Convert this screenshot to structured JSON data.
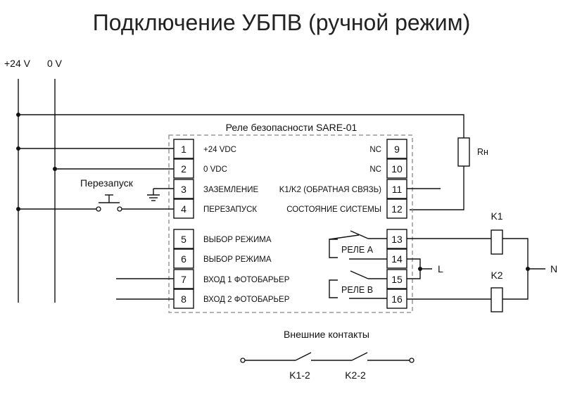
{
  "title": "Подключение УБПВ (ручной режим)",
  "supply": {
    "plus": "+24 V",
    "zero": "0 V"
  },
  "relay": {
    "name": "Реле безопасности SARE-01",
    "left_pins": [
      {
        "num": "1",
        "label": "+24 VDC"
      },
      {
        "num": "2",
        "label": "0 VDC"
      },
      {
        "num": "3",
        "label": "ЗАЗЕМЛЕНИЕ"
      },
      {
        "num": "4",
        "label": "ПЕРЕЗАПУСК"
      },
      {
        "num": "5",
        "label": "ВЫБОР РЕЖИМА"
      },
      {
        "num": "6",
        "label": "ВЫБОР РЕЖИМА"
      },
      {
        "num": "7",
        "label": "ВХОД 1 ФОТОБАРЬЕР"
      },
      {
        "num": "8",
        "label": "ВХОД 2 ФОТОБАРЬЕР"
      }
    ],
    "right_pins": [
      {
        "num": "9",
        "label": "NC"
      },
      {
        "num": "10",
        "label": "NC"
      },
      {
        "num": "11",
        "label": "K1/K2 (ОБРАТНАЯ СВЯЗЬ)"
      },
      {
        "num": "12",
        "label": "СОСТОЯНИЕ СИСТЕМЫ"
      },
      {
        "num": "13",
        "label": ""
      },
      {
        "num": "14",
        "label": ""
      },
      {
        "num": "15",
        "label": ""
      },
      {
        "num": "16",
        "label": ""
      }
    ],
    "relay_a": "РЕЛЕ А",
    "relay_b": "РЕЛЕ В"
  },
  "restart_label": "Перезапуск",
  "resistor_label": "Rн",
  "coil_k1": "K1",
  "coil_k2": "K2",
  "line_l": "L",
  "line_n": "N",
  "external": {
    "title": "Внешние контакты",
    "contact1": "K1-2",
    "contact2": "K2-2"
  }
}
